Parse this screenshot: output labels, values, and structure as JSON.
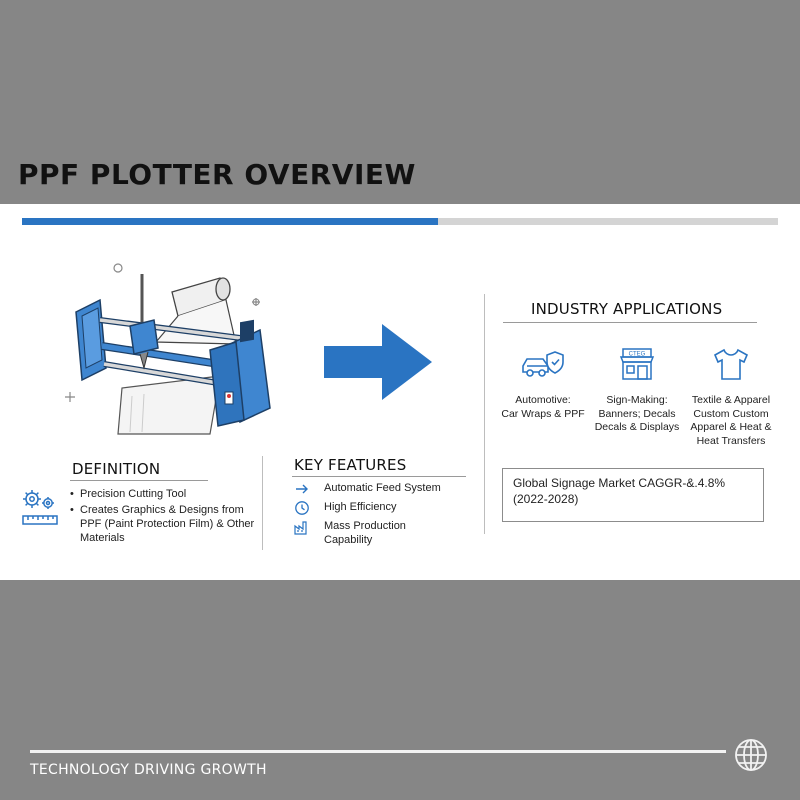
{
  "title": "PPF PLOTTER OVERVIEW",
  "progress": {
    "fraction": 0.55,
    "color": "#2a74c2"
  },
  "definition": {
    "heading": "DEFINITION",
    "icon": "gear-ruler-icon",
    "bullets": [
      "Precision Cutting Tool",
      "Creates Graphics & Designs from PPF (Paint Protection Film) & Other Materials"
    ]
  },
  "key_features": {
    "heading": "KEY FEATURES",
    "items": [
      {
        "icon": "arrow-right-icon",
        "label": "Automatic Feed System"
      },
      {
        "icon": "clock-icon",
        "label": "High Efficiency"
      },
      {
        "icon": "factory-icon",
        "label": "Mass Production Capability"
      }
    ]
  },
  "industry_applications": {
    "heading": "INDUSTRY APPLICATIONS",
    "items": [
      {
        "icon": "car-shield-icon",
        "line1": "Automotive:",
        "line2": "Car Wraps & PPF"
      },
      {
        "icon": "storefront-icon",
        "line1": "Sign-Making:",
        "line2": "Banners; Decals Decals & Displays"
      },
      {
        "icon": "tshirt-icon",
        "line1": "Textile & Apparel",
        "line2": "Custom Custom Apparel & Heat & Heat Transfers"
      }
    ]
  },
  "market_stat": {
    "line1": "Global Signage Market CAGGR-&.4.8%",
    "line2": "(2022-2028)"
  },
  "storefront_sign": "CTEG",
  "footer": {
    "text": "TECHNOLOGY DRIVING GROWTH",
    "icon": "globe-icon"
  },
  "colors": {
    "background": "#868686",
    "panel": "#ffffff",
    "accent_blue": "#2a74c2",
    "track_gray": "#d4d4d4"
  }
}
